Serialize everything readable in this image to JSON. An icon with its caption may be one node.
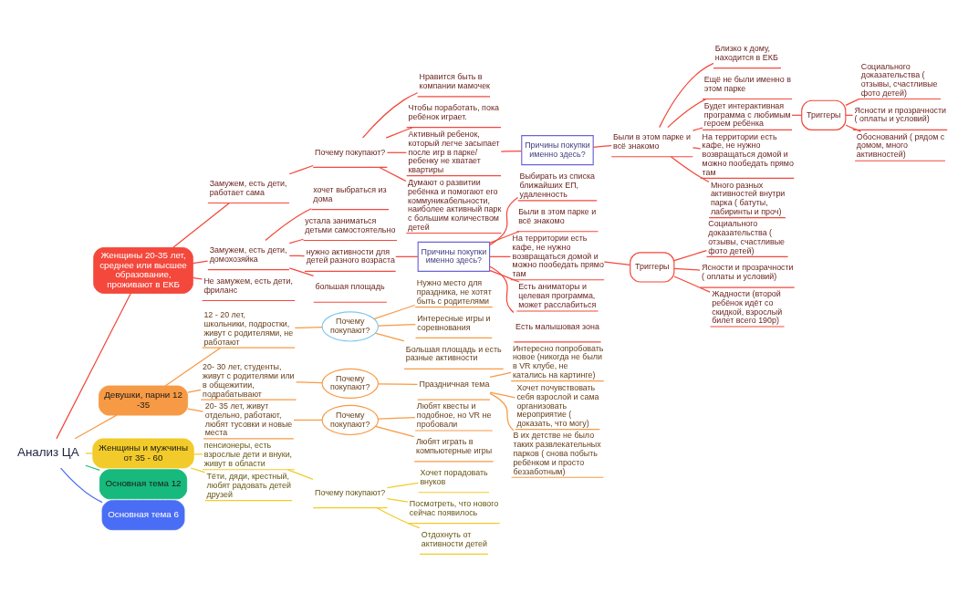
{
  "diagram": {
    "nodes": [
      {
        "text": [
          "Анализ ЦА"
        ]
      },
      {
        "text": [
          "Женщины 20-35 лет, среднее или высшее образование, проживают в ЕКБ"
        ]
      },
      {
        "text": [
          "Замужем, есть дети, работает сама"
        ]
      },
      {
        "text": [
          "Почему покупают?"
        ]
      },
      {
        "text": [
          "Нравится быть в компании мамочек"
        ]
      },
      {
        "text": [
          "Чтобы поработать, пока ребёнок играет."
        ]
      },
      {
        "text": [
          "Активный ребенок, который легче засыпает после игр в парке/ ребенку не хватает квартиры"
        ]
      },
      {
        "text": [
          "Причины покупки именно здесь?"
        ]
      },
      {
        "text": [
          "Были в этом парке и всё знакомо"
        ]
      },
      {
        "text": [
          "Близко к дому, находится в ЕКБ"
        ]
      },
      {
        "text": [
          "Ещё не были именно в этом парке"
        ]
      },
      {
        "text": [
          "Будет интерактивная программа с любимым героем ребёнка"
        ]
      },
      {
        "text": [
          "Триггеры"
        ]
      },
      {
        "text": [
          "Социального доказательства ( отзывы, счастливые фото детей)"
        ]
      },
      {
        "text": [
          "Ясности и прозрачности ( оплаты и условий)"
        ]
      },
      {
        "text": [
          "Обоснований ( рядом с домом, много активностей)"
        ]
      },
      {
        "text": [
          "На территории есть кафе, не нужно возвращаться домой и можно пообедать прямо там"
        ]
      },
      {
        "text": [
          "Много разных активностей внутри парка ( батуты, лабиринты и проч)"
        ]
      },
      {
        "text": [
          "Думают о развитии ребёнка и помогают его коммуникабельности, наиболее активный парк с большим количеством детей"
        ]
      },
      {
        "text": [
          "Замужем, есть дети, домохозяйка"
        ]
      },
      {
        "text": [
          "хочет выбраться из дома"
        ]
      },
      {
        "text": [
          "устала заниматься детьми самостоятельно"
        ]
      },
      {
        "text": [
          "нужно активности для детей разного возраста"
        ]
      },
      {
        "text": [
          "Причины покупки именно здесь?"
        ]
      },
      {
        "text": [
          "Выбирать из списка ближайших ЕП, удаленность"
        ]
      },
      {
        "text": [
          "Были в этом парке и всё знакомо"
        ]
      },
      {
        "text": [
          "На территории есть кафе, не нужно возвращаться домой и можно пообедать прямо там"
        ]
      },
      {
        "text": [
          "Триггеры"
        ]
      },
      {
        "text": [
          "Социального доказательства ( отзывы, счастливые фото детей)"
        ]
      },
      {
        "text": [
          "Ясности и прозрачности ( оплаты и условий)"
        ]
      },
      {
        "text": [
          "Жадности (второй ребёнок идёт со скидкой, взрослый билет всего 190р)"
        ]
      },
      {
        "text": [
          "Есть аниматоры и целевая программа, может расслабиться"
        ]
      },
      {
        "text": [
          "Есть малышовая зона"
        ]
      },
      {
        "text": [
          "большая площадь"
        ]
      },
      {
        "text": [
          "Не замужем, есть дети, фриланс"
        ]
      },
      {
        "text": [
          "Девушки, парни 12 -35"
        ]
      },
      {
        "text": [
          "12 - 20 лет, школьники, подростки, живут с родителями, не работают"
        ]
      },
      {
        "text": [
          "Почему покупают?"
        ]
      },
      {
        "text": [
          "Нужно место для праздника, не хотят быть с родителями"
        ]
      },
      {
        "text": [
          "Интересные игры и соревнования"
        ]
      },
      {
        "text": [
          "Большая площадь и есть разные активности"
        ]
      },
      {
        "text": [
          "20- 30 лет, студенты, живут с родителями или в общежитии, подрабатывают"
        ]
      },
      {
        "text": [
          "Почему покупают?"
        ]
      },
      {
        "text": [
          "Праздничная тема"
        ]
      },
      {
        "text": [
          "Интересно попробовать новое (никогда не были в VR клубе, не катались на картинге)"
        ]
      },
      {
        "text": [
          "Хочет почувствовать себя взрослой и сама организовать мероприятие ( доказать, что могу)"
        ]
      },
      {
        "text": [
          "В их детстве не было таких развлекательных парков ( снова побыть ребёнком и просто беззаботным)"
        ]
      },
      {
        "text": [
          "20- 35 лет, живут отдельно, работают, любят тусовки и новые места"
        ]
      },
      {
        "text": [
          "Почему покупают?"
        ]
      },
      {
        "text": [
          "Любят квесты и подобное, но VR не пробовали"
        ]
      },
      {
        "text": [
          "Любят играть в компьютерные игры"
        ]
      },
      {
        "text": [
          "Женщины и мужчины от 35 - 60"
        ]
      },
      {
        "text": [
          "пенсионеры, есть взрослые дети и внуки, живут в области"
        ]
      },
      {
        "text": [
          "Почему покупают?"
        ]
      },
      {
        "text": [
          "Хочет порадовать внуков"
        ]
      },
      {
        "text": [
          "Посмотреть, что нового сейчас появилось"
        ]
      },
      {
        "text": [
          "Отдохнуть от активности детей"
        ]
      },
      {
        "text": [
          "Тёти, дяди, крестный, любят радовать детей друзей"
        ]
      },
      {
        "text": [
          "Основная тема 12"
        ]
      },
      {
        "text": [
          "Основная тема 6"
        ]
      }
    ],
    "edges": [
      {
        "from": 0,
        "to": 1,
        "arrow": "none"
      },
      {
        "from": 1,
        "to": 2,
        "arrow": "none"
      },
      {
        "from": 2,
        "to": 3,
        "arrow": "none"
      },
      {
        "from": 3,
        "to": 4,
        "arrow": "none"
      },
      {
        "from": 3,
        "to": 5,
        "arrow": "none"
      },
      {
        "from": 3,
        "to": 6,
        "arrow": "none"
      },
      {
        "from": 6,
        "to": 7,
        "arrow": "none"
      },
      {
        "from": 7,
        "to": 8,
        "arrow": "none"
      },
      {
        "from": 8,
        "to": 9,
        "arrow": "none"
      },
      {
        "from": 8,
        "to": 10,
        "arrow": "none"
      },
      {
        "from": 8,
        "to": 11,
        "arrow": "none"
      },
      {
        "from": 11,
        "to": 12,
        "arrow": "none"
      },
      {
        "from": 12,
        "to": 13,
        "arrow": "none"
      },
      {
        "from": 12,
        "to": 14,
        "arrow": "none"
      },
      {
        "from": 12,
        "to": 15,
        "arrow": "none"
      },
      {
        "from": 8,
        "to": 16,
        "arrow": "none"
      },
      {
        "from": 8,
        "to": 17,
        "arrow": "none"
      },
      {
        "from": 3,
        "to": 18,
        "arrow": "none"
      },
      {
        "from": 1,
        "to": 19,
        "arrow": "none"
      },
      {
        "from": 19,
        "to": 20,
        "arrow": "none"
      },
      {
        "from": 19,
        "to": 21,
        "arrow": "none"
      },
      {
        "from": 19,
        "to": 22,
        "arrow": "none"
      },
      {
        "from": 22,
        "to": 23,
        "arrow": "none"
      },
      {
        "from": 23,
        "to": 24,
        "arrow": "none"
      },
      {
        "from": 23,
        "to": 25,
        "arrow": "none"
      },
      {
        "from": 23,
        "to": 26,
        "arrow": "none"
      },
      {
        "from": 26,
        "to": 27,
        "arrow": "none"
      },
      {
        "from": 27,
        "to": 28,
        "arrow": "none"
      },
      {
        "from": 27,
        "to": 29,
        "arrow": "none"
      },
      {
        "from": 27,
        "to": 30,
        "arrow": "none"
      },
      {
        "from": 23,
        "to": 31,
        "arrow": "none"
      },
      {
        "from": 23,
        "to": 32,
        "arrow": "none"
      },
      {
        "from": 19,
        "to": 33,
        "arrow": "none"
      },
      {
        "from": 1,
        "to": 34,
        "arrow": "none"
      },
      {
        "from": 0,
        "to": 35,
        "arrow": "none",
        "color": "#f79a45"
      },
      {
        "from": 35,
        "to": 36,
        "arrow": "none",
        "color": "#f79a45"
      },
      {
        "from": 36,
        "to": 37,
        "arrow": "none",
        "color": "#f79a45"
      },
      {
        "from": 37,
        "to": 38,
        "arrow": "none",
        "color": "#f79a45"
      },
      {
        "from": 37,
        "to": 39,
        "arrow": "none",
        "color": "#f79a45"
      },
      {
        "from": 37,
        "to": 40,
        "arrow": "none",
        "color": "#f79a45"
      },
      {
        "from": 35,
        "to": 41,
        "arrow": "none",
        "color": "#f79a45"
      },
      {
        "from": 41,
        "to": 42,
        "arrow": "none",
        "color": "#f79a45"
      },
      {
        "from": 42,
        "to": 43,
        "arrow": "none",
        "color": "#f79a45"
      },
      {
        "from": 43,
        "to": 44,
        "arrow": "none",
        "color": "#f79a45"
      },
      {
        "from": 43,
        "to": 45,
        "arrow": "none",
        "color": "#f79a45"
      },
      {
        "from": 43,
        "to": 46,
        "arrow": "none",
        "color": "#f79a45"
      },
      {
        "from": 35,
        "to": 47,
        "arrow": "none",
        "color": "#f79a45"
      },
      {
        "from": 47,
        "to": 48,
        "arrow": "none",
        "color": "#f79a45"
      },
      {
        "from": 48,
        "to": 49,
        "arrow": "none",
        "color": "#f79a45"
      },
      {
        "from": 48,
        "to": 50,
        "arrow": "none",
        "color": "#f79a45"
      },
      {
        "from": 0,
        "to": 51,
        "arrow": "none",
        "color": "#f2cb2a"
      },
      {
        "from": 51,
        "to": 52,
        "arrow": "none",
        "color": "#f2cb2a"
      },
      {
        "from": 52,
        "to": 53,
        "arrow": "none",
        "color": "#f2cb2a"
      },
      {
        "from": 53,
        "to": 54,
        "arrow": "none",
        "color": "#f2cb2a"
      },
      {
        "from": 53,
        "to": 55,
        "arrow": "none",
        "color": "#f2cb2a"
      },
      {
        "from": 53,
        "to": 56,
        "arrow": "none",
        "color": "#f2cb2a"
      },
      {
        "from": 51,
        "to": 57,
        "arrow": "none",
        "color": "#f2cb2a"
      },
      {
        "from": 0,
        "to": 58,
        "arrow": "none",
        "color": "#17b97c"
      },
      {
        "from": 0,
        "to": 59,
        "arrow": "none",
        "color": "#4a6df5"
      }
    ]
  }
}
